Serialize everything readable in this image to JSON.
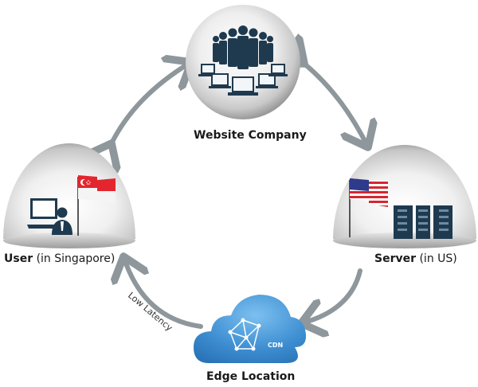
{
  "diagram": {
    "type": "cdn-flow",
    "nodes": {
      "website_company": {
        "title": "Website Company",
        "icon": "team-with-laptops-icon"
      },
      "user": {
        "title": "User",
        "subtitle": "(in Singapore)",
        "icon": "user-at-laptop-icon",
        "flag": "singapore-flag-icon"
      },
      "server": {
        "title": "Server",
        "subtitle": "(in US)",
        "icon": "server-racks-icon",
        "flag": "us-flag-icon"
      },
      "edge": {
        "title": "Edge Location",
        "cloud_label": "CDN",
        "icon": "cdn-cloud-icon"
      }
    },
    "edges": [
      {
        "from": "user",
        "to": "website_company",
        "direction": "bidirectional"
      },
      {
        "from": "website_company",
        "to": "server",
        "direction": "bidirectional"
      },
      {
        "from": "server",
        "to": "edge",
        "direction": "one-way"
      },
      {
        "from": "edge",
        "to": "user",
        "direction": "one-way",
        "label": "Low Latency"
      }
    ],
    "colors": {
      "arrow": "#8e979c",
      "icon_dark": "#1f3a4f",
      "cloud": "#3f8fd2",
      "flag_red": "#e3262e",
      "us_blue": "#2e3b8c"
    }
  }
}
